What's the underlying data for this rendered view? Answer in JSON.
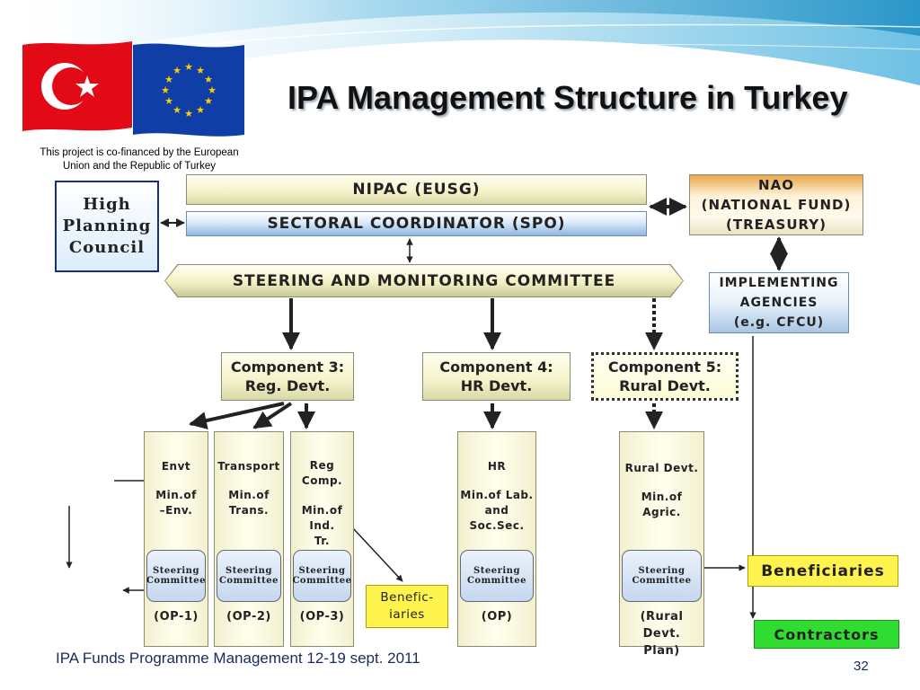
{
  "title": "IPA Management Structure in Turkey",
  "cofinance_note": [
    "This project is co-financed by the European",
    "Union and the Republic of Turkey"
  ],
  "boxes": {
    "high_planning_council": [
      "High",
      "Planning",
      "Council"
    ],
    "nipac": "NIPAC (EUSG)",
    "sectoral_coordinator": "SECTORAL COORDINATOR (SPO)",
    "nao": [
      "NAO",
      "(NATIONAL FUND)",
      "(TREASURY)"
    ],
    "implementing_agencies": [
      "IMPLEMENTING",
      "AGENCIES",
      "(e.g. CFCU)"
    ],
    "steering_monitoring": "STEERING AND MONITORING COMMITTEE",
    "component3": [
      "Component 3:",
      "Reg. Devt."
    ],
    "component4": [
      "Component 4:",
      "HR Devt."
    ],
    "component5": [
      "Component 5:",
      "Rural Devt."
    ],
    "beneficiaries": "Beneficiaries",
    "beneficiaries_small": [
      "Benefic-",
      "iaries"
    ],
    "contractors": "Contractors"
  },
  "columns": [
    {
      "title": "Envt",
      "ministry": [
        "Min.of",
        "–Env."
      ],
      "steering": [
        "Steering",
        "Committee"
      ],
      "op": "(OP-1)"
    },
    {
      "title": "Transport",
      "ministry": [
        "Min.of",
        "Trans."
      ],
      "steering": [
        "Steering",
        "Committee"
      ],
      "op": "(OP-2)"
    },
    {
      "title": "Reg",
      "title2": "Comp.",
      "ministry": [
        "Min.of",
        "Ind.",
        "Tr."
      ],
      "steering": [
        "Steering",
        "Committee"
      ],
      "op": "(OP-3)"
    },
    {
      "title": "HR",
      "ministry": [
        "Min.of Lab.",
        "and",
        "Soc.Sec."
      ],
      "steering": [
        "Steering",
        "Committee"
      ],
      "op": "(OP)"
    },
    {
      "title": "Rural Devt.",
      "ministry": [
        "Min.of",
        "Agric."
      ],
      "steering": [
        "Steering",
        "Committee"
      ],
      "op": [
        "(Rural Devt.",
        "Plan)"
      ]
    }
  ],
  "footer": "IPA Funds Programme Management 12-19 sept. 2011",
  "page_number": "32",
  "flag_colors": {
    "turkey": "#e30a17",
    "eu": "#0f3fa6",
    "eu_stars": "#ffcc00"
  }
}
